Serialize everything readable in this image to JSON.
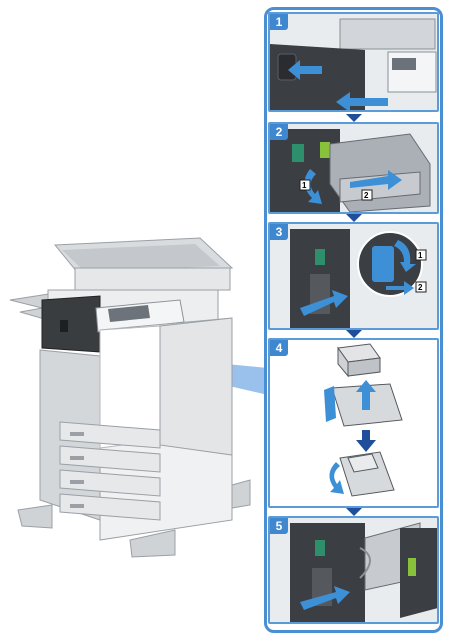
{
  "steps": [
    {
      "number": "1"
    },
    {
      "number": "2",
      "callouts": [
        "1",
        "2"
      ]
    },
    {
      "number": "3",
      "callouts": [
        "1",
        "2"
      ]
    },
    {
      "number": "4"
    },
    {
      "number": "5"
    }
  ],
  "colors": {
    "frame": "#4a8fd1",
    "badge": "#3f87cf",
    "arrow": "#3d8fd6",
    "connector": "#1f4f9a"
  },
  "icons": [
    "arrow-right-icon",
    "arrow-up-icon",
    "arrow-down-icon",
    "curved-arrow-icon"
  ]
}
